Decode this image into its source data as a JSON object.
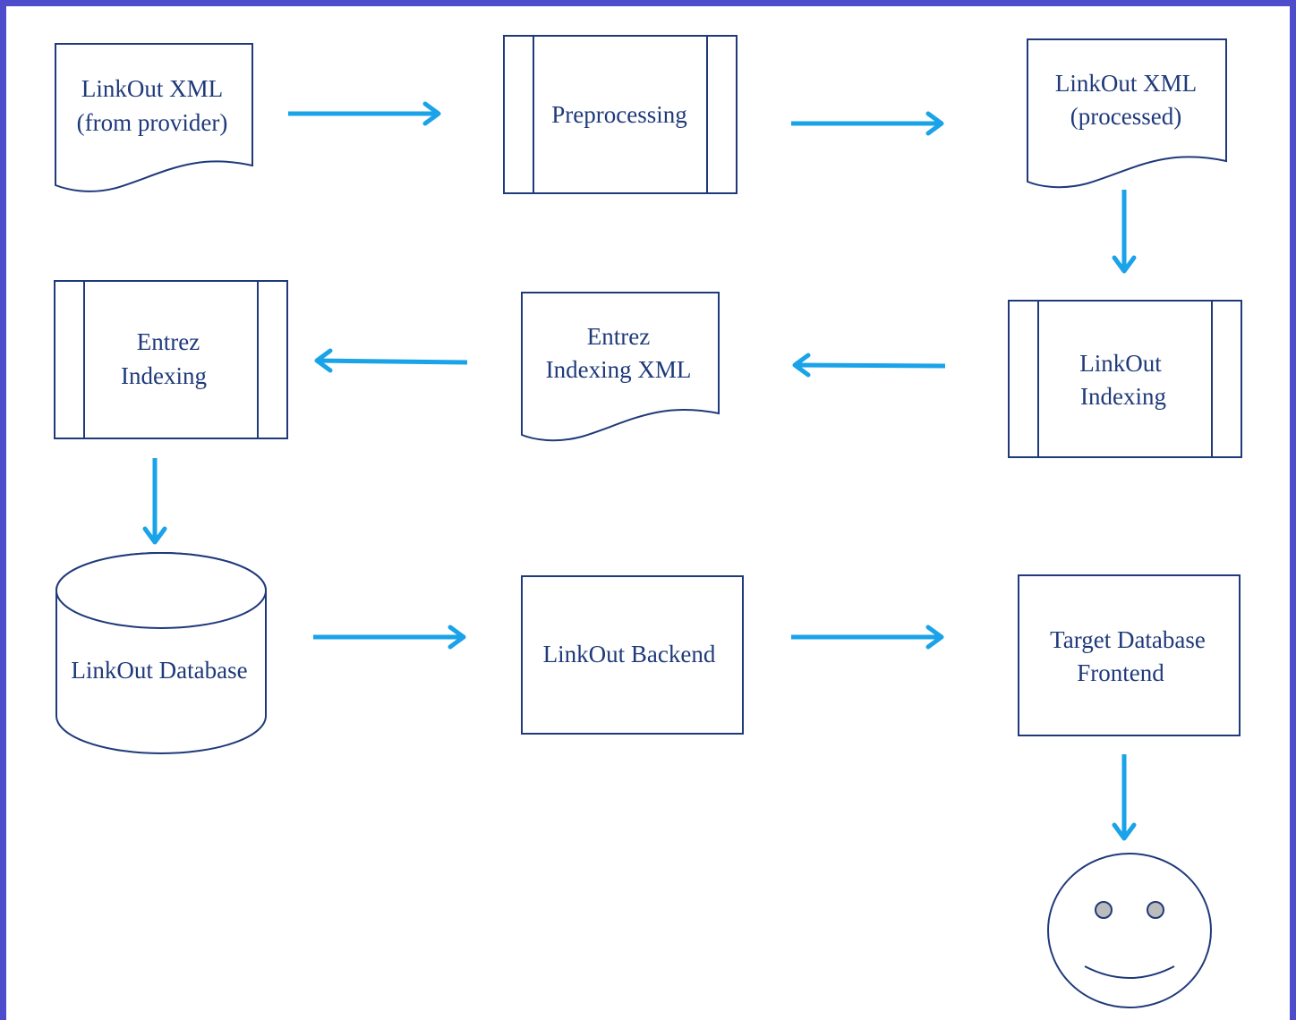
{
  "diagram": {
    "nodes": {
      "linkout_xml_provider": {
        "line1": "LinkOut XML",
        "line2": "(from provider)"
      },
      "preprocessing": {
        "line1": "Preprocessing"
      },
      "linkout_xml_processed": {
        "line1": "LinkOut XML",
        "line2": "(processed)"
      },
      "linkout_indexing": {
        "line1": "LinkOut",
        "line2": "Indexing"
      },
      "entrez_indexing_xml": {
        "line1": "Entrez",
        "line2": "Indexing XML"
      },
      "entrez_indexing": {
        "line1": "Entrez",
        "line2": "Indexing"
      },
      "linkout_database": {
        "line1": "LinkOut Database"
      },
      "linkout_backend": {
        "line1": "LinkOut Backend"
      },
      "target_database_frontend": {
        "line1": "Target Database",
        "line2": "Frontend"
      }
    },
    "colors": {
      "arrow": "#1aa3e8",
      "outline": "#1f3a7a",
      "frame": "#4d4dcc",
      "eye": "#bcbcbc"
    },
    "end_user_icon": "smiley-face-icon"
  }
}
